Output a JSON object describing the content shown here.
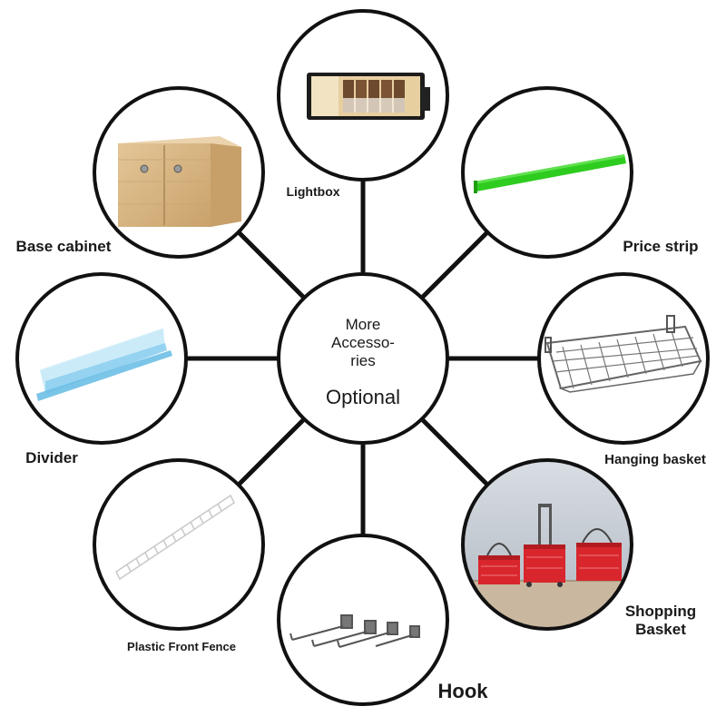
{
  "hub": {
    "line1": "More",
    "line2": "Accesso-",
    "line3": "ries",
    "subtitle": "Optional"
  },
  "items": [
    {
      "id": "lightbox",
      "label": "Lightbox",
      "icon": "lightbox-image"
    },
    {
      "id": "price-strip",
      "label": "Price strip",
      "icon": "price-strip-image"
    },
    {
      "id": "hanging-basket",
      "label": "Hanging basket",
      "icon": "hanging-basket-image"
    },
    {
      "id": "shopping-basket",
      "label_line1": "Shopping",
      "label_line2": "Basket",
      "icon": "shopping-basket-image"
    },
    {
      "id": "hook",
      "label": "Hook",
      "icon": "hook-image"
    },
    {
      "id": "plastic-front-fence",
      "label": "Plastic Front Fence",
      "icon": "fence-image"
    },
    {
      "id": "divider",
      "label": "Divider",
      "icon": "divider-image"
    },
    {
      "id": "base-cabinet",
      "label": "Base cabinet",
      "icon": "cabinet-image"
    }
  ],
  "colors": {
    "stroke": "#111111",
    "price_strip": "#2ecc1f",
    "basket_red": "#d8262c",
    "cabinet_wood": "#d9b98a",
    "divider_blue": "#8fd0ef"
  }
}
